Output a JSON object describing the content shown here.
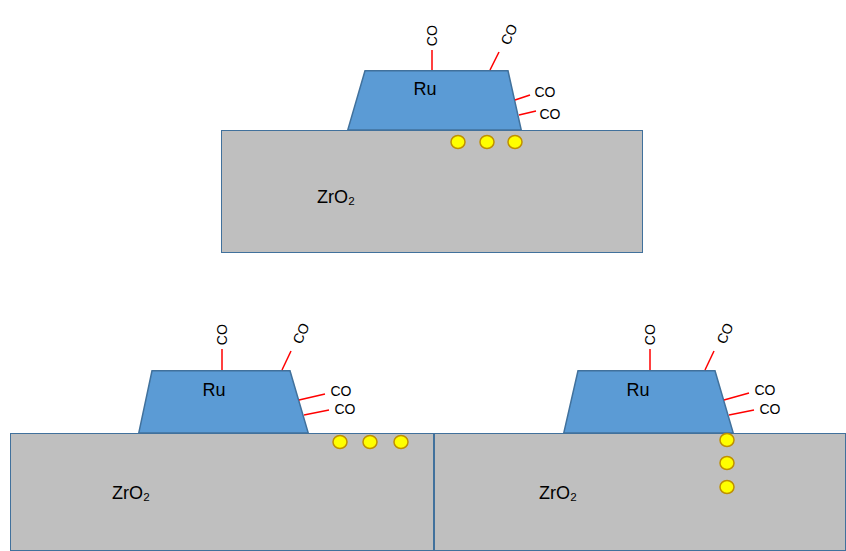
{
  "diagram": {
    "nodes": [
      {
        "text": [
          "Ru"
        ]
      },
      {
        "text": [
          "ZrO₂"
        ]
      },
      {
        "text": [
          "Ru"
        ]
      },
      {
        "text": [
          "ZrO₂"
        ]
      },
      {
        "text": [
          "Ru"
        ]
      },
      {
        "text": [
          "ZrO₂"
        ]
      }
    ],
    "labels": [
      "CO",
      "CO",
      "CO",
      "CO",
      "CO",
      "CO",
      "CO",
      "CO",
      "CO",
      "CO",
      "CO",
      "CO"
    ]
  }
}
